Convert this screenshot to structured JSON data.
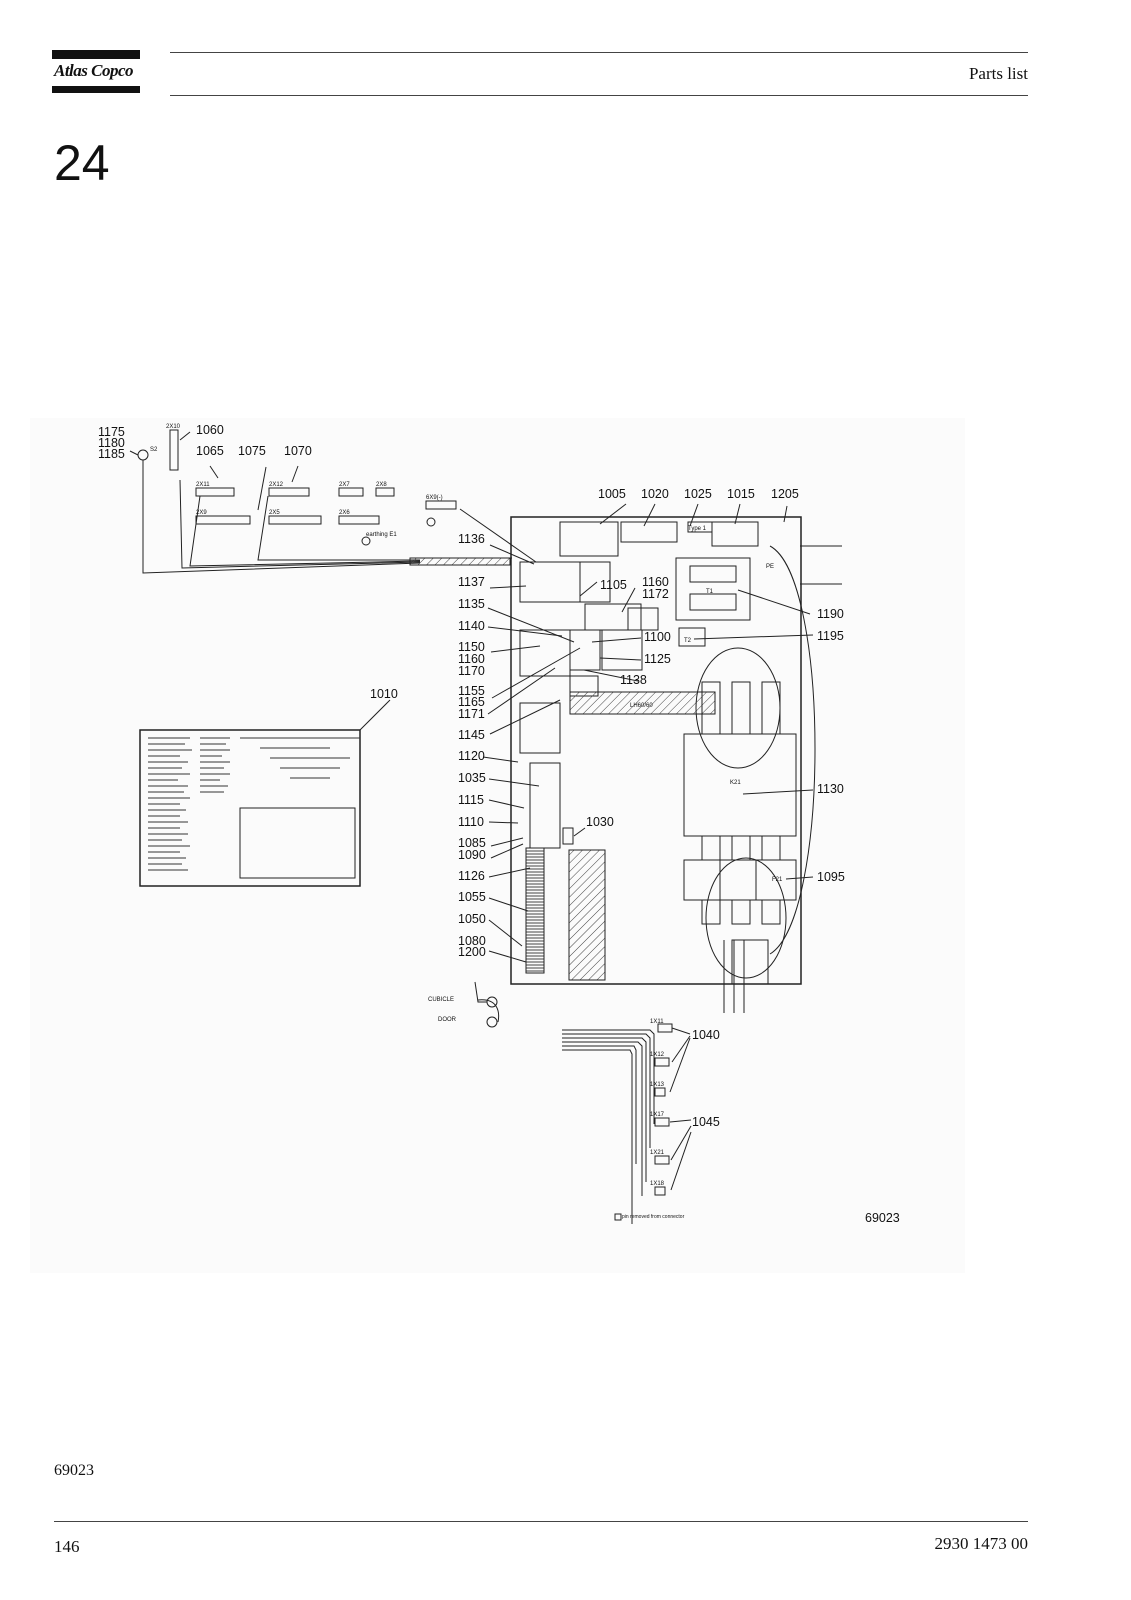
{
  "header": {
    "brand": "Atlas Copco",
    "title": "Parts list"
  },
  "section": {
    "number": "24"
  },
  "figure": {
    "id_label": "69023",
    "callouts": [
      {
        "label": "1175"
      },
      {
        "label": "1180"
      },
      {
        "label": "1185"
      },
      {
        "label": "1060"
      },
      {
        "label": "1065"
      },
      {
        "label": "1075"
      },
      {
        "label": "1070"
      },
      {
        "label": "1005"
      },
      {
        "label": "1020"
      },
      {
        "label": "1025"
      },
      {
        "label": "1015"
      },
      {
        "label": "1205"
      },
      {
        "label": "1136"
      },
      {
        "label": "1137"
      },
      {
        "label": "1105"
      },
      {
        "label": "1160"
      },
      {
        "label": "1172"
      },
      {
        "label": "1190"
      },
      {
        "label": "1135"
      },
      {
        "label": "1140"
      },
      {
        "label": "1100"
      },
      {
        "label": "1195"
      },
      {
        "label": "1150"
      },
      {
        "label": "1160"
      },
      {
        "label": "1170"
      },
      {
        "label": "1125"
      },
      {
        "label": "1138"
      },
      {
        "label": "1155"
      },
      {
        "label": "1165"
      },
      {
        "label": "1171"
      },
      {
        "label": "1010"
      },
      {
        "label": "1145"
      },
      {
        "label": "1120"
      },
      {
        "label": "1035"
      },
      {
        "label": "1130"
      },
      {
        "label": "1115"
      },
      {
        "label": "1110"
      },
      {
        "label": "1030"
      },
      {
        "label": "1085"
      },
      {
        "label": "1090"
      },
      {
        "label": "1126"
      },
      {
        "label": "1095"
      },
      {
        "label": "1055"
      },
      {
        "label": "1050"
      },
      {
        "label": "1080"
      },
      {
        "label": "1200"
      },
      {
        "label": "1040"
      },
      {
        "label": "1045"
      }
    ],
    "small_labels": [
      {
        "label": "S2"
      },
      {
        "label": "2X10"
      },
      {
        "label": "2X11"
      },
      {
        "label": "2X12"
      },
      {
        "label": "2X7"
      },
      {
        "label": "2X8"
      },
      {
        "label": "2X9"
      },
      {
        "label": "2X5"
      },
      {
        "label": "2X6"
      },
      {
        "label": "6X9(-)"
      },
      {
        "label": "earthing E1"
      },
      {
        "label": "PE"
      },
      {
        "label": "T1"
      },
      {
        "label": "T2"
      },
      {
        "label": "K21"
      },
      {
        "label": "F21"
      },
      {
        "label": "LH60/60"
      },
      {
        "label": "CUBICLE"
      },
      {
        "label": "DOOR"
      },
      {
        "label": "1X11"
      },
      {
        "label": "1X12"
      },
      {
        "label": "1X13"
      },
      {
        "label": "1X17"
      },
      {
        "label": "1X21"
      },
      {
        "label": "1X18"
      },
      {
        "label": "Type 1"
      }
    ],
    "note": "pin removed from connector"
  },
  "footer": {
    "figure_ref": "69023",
    "page_number": "146",
    "document_number": "2930 1473 00"
  }
}
